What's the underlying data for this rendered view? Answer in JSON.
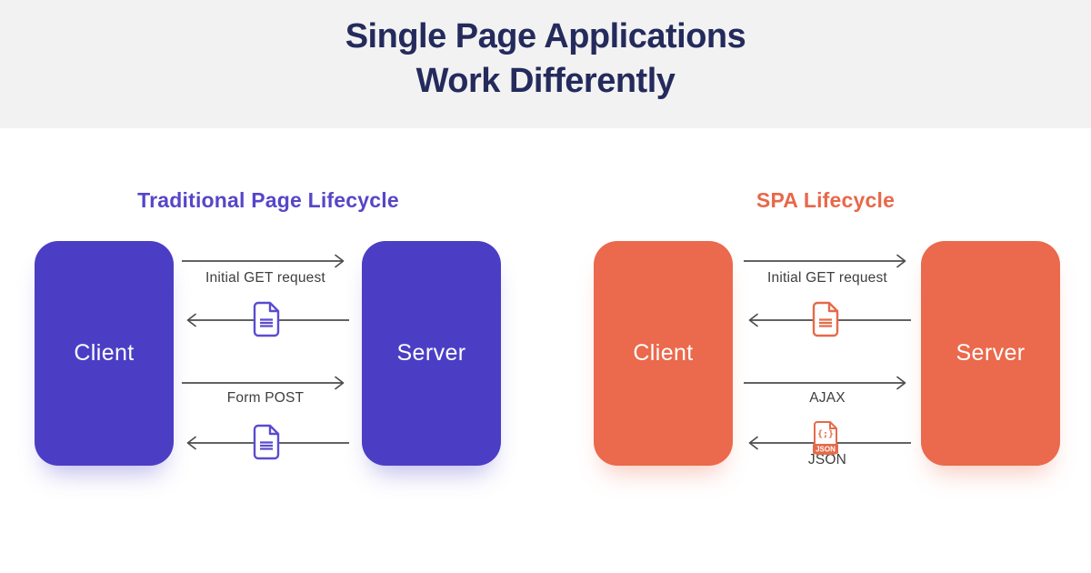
{
  "header": {
    "title_line1": "Single Page Applications",
    "title_line2": "Work Differently"
  },
  "colors": {
    "header_background": "#f2f2f2",
    "title_navy": "#242b5c",
    "purple_node": "#4b3ec5",
    "purple_heading": "#5646c8",
    "purple_icon": "#5a4bd0",
    "coral_node": "#eb694c",
    "coral_heading": "#e8684a",
    "label_gray": "#3e3e3e",
    "arrow_gray": "#4c4c4c"
  },
  "traditional": {
    "heading": "Traditional Page Lifecycle",
    "client_label": "Client",
    "server_label": "Server",
    "flows": [
      {
        "direction": "right",
        "label": "Initial GET request"
      },
      {
        "direction": "left",
        "icon": "document-icon"
      },
      {
        "direction": "right",
        "label": "Form POST"
      },
      {
        "direction": "left",
        "icon": "document-icon"
      }
    ]
  },
  "spa": {
    "heading": "SPA Lifecycle",
    "client_label": "Client",
    "server_label": "Server",
    "flows": [
      {
        "direction": "right",
        "label": "Initial GET request"
      },
      {
        "direction": "left",
        "icon": "document-icon"
      },
      {
        "direction": "right",
        "label": "AJAX"
      },
      {
        "direction": "left",
        "icon": "json-file-icon",
        "label": "JSON"
      }
    ],
    "json_icon_glyph": "{;}",
    "json_icon_banner": "JSON"
  }
}
